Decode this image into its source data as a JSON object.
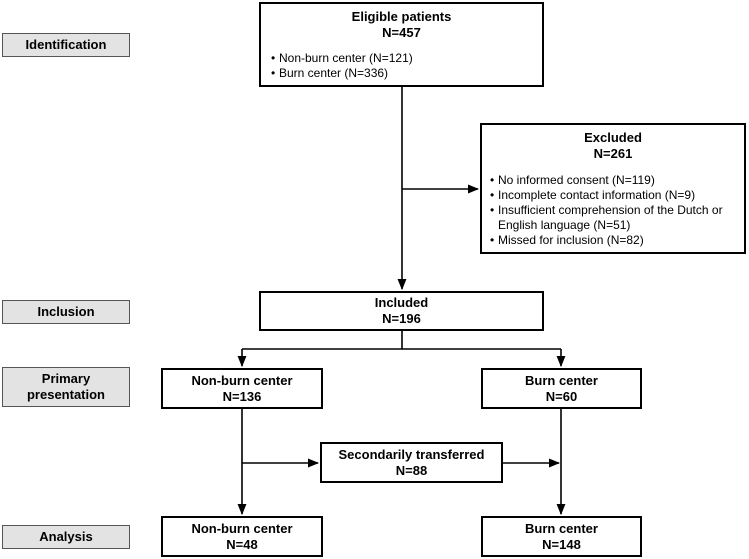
{
  "stages": {
    "identification": "Identification",
    "inclusion": "Inclusion",
    "primary_presentation": "Primary presentation",
    "analysis": "Analysis"
  },
  "eligible": {
    "title": "Eligible patients",
    "n": "N=457",
    "items": [
      "Non-burn center (N=121)",
      "Burn center (N=336)"
    ]
  },
  "excluded": {
    "title": "Excluded",
    "n": "N=261",
    "items": [
      "No informed consent (N=119)",
      "Incomplete contact information (N=9)",
      "Insufficient comprehension of the Dutch or English language (N=51)",
      "Missed for inclusion (N=82)"
    ]
  },
  "included": {
    "title": "Included",
    "n": "N=196"
  },
  "primary_nonburn": {
    "title": "Non-burn center",
    "n": "N=136"
  },
  "primary_burn": {
    "title": "Burn center",
    "n": "N=60"
  },
  "transferred": {
    "title": "Secondarily transferred",
    "n": "N=88"
  },
  "analysis_nonburn": {
    "title": "Non-burn center",
    "n": "N=48"
  },
  "analysis_burn": {
    "title": "Burn center",
    "n": "N=148"
  }
}
